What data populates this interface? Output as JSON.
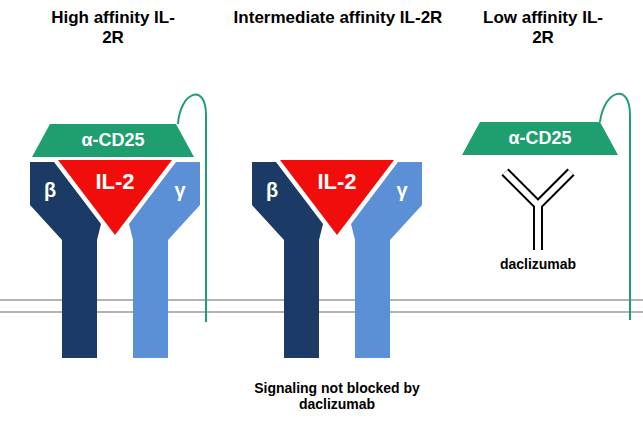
{
  "diagram": {
    "nodes": [
      {
        "text": [
          "α-CD25"
        ]
      },
      {
        "text": [
          "IL-2"
        ]
      },
      {
        "text": [
          "β"
        ]
      },
      {
        "text": [
          "γ"
        ]
      },
      {
        "text": [
          "IL-2"
        ]
      },
      {
        "text": [
          "β"
        ]
      },
      {
        "text": [
          "γ"
        ]
      },
      {
        "text": [
          "α-CD25"
        ]
      }
    ],
    "labels": [
      "High affinity IL-2R",
      "Intermediate affinity IL-2R",
      "Low affinity IL-2R",
      "daclizumab",
      "Signaling not blocked by daclizumab"
    ]
  }
}
